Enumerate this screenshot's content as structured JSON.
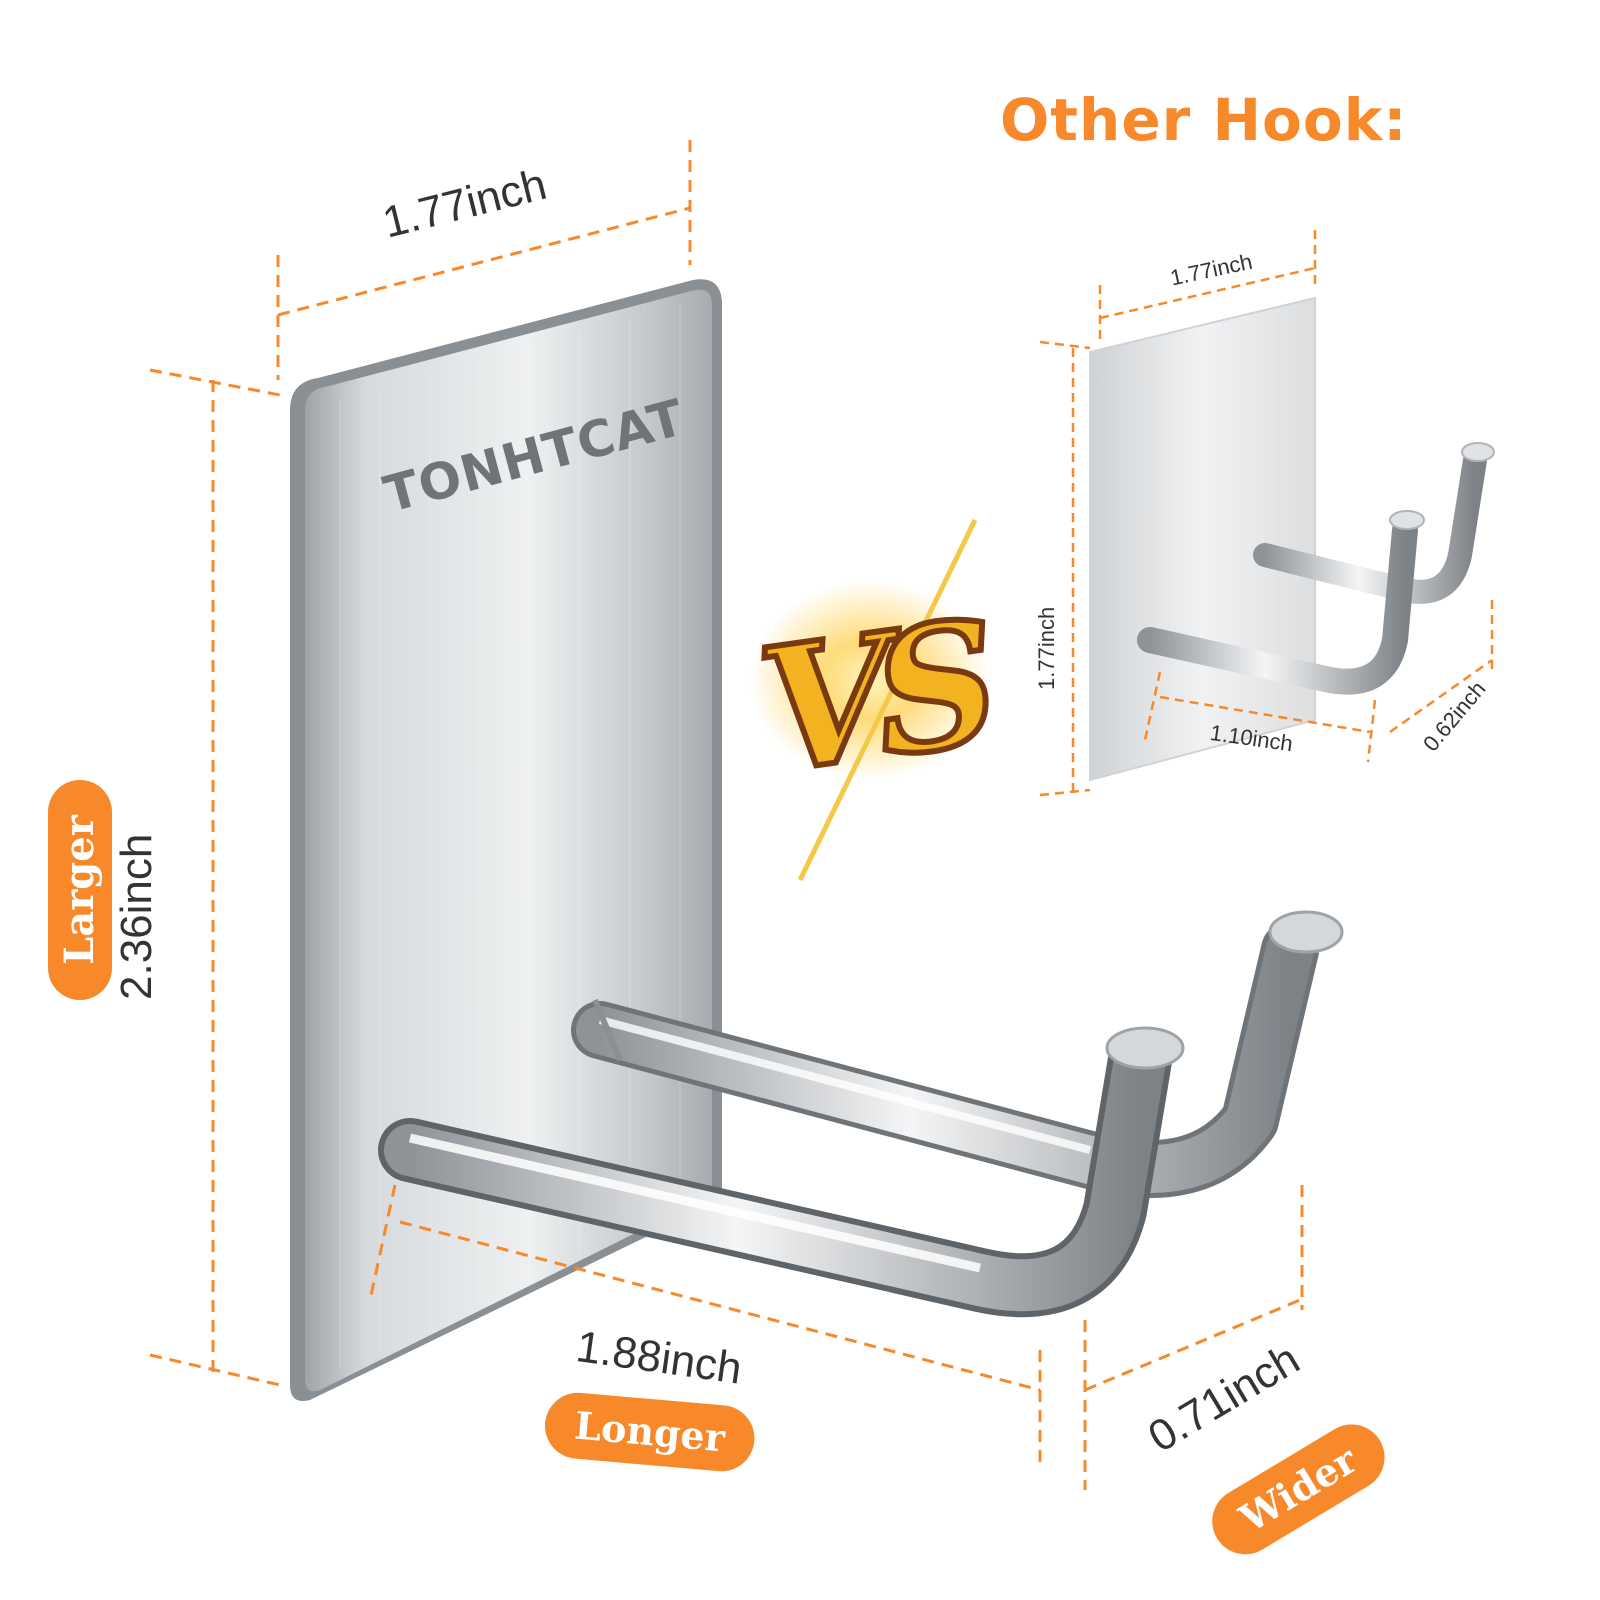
{
  "heading": "Other Hook:",
  "brand_text": "TONHTCAT",
  "vs_text": "VS",
  "main_hook": {
    "width_label": "1.77inch",
    "height_label": "2.36inch",
    "length_label": "1.88inch",
    "depth_label": "0.71inch",
    "badge_larger": "Larger",
    "badge_longer": "Longer",
    "badge_wider": "Wider"
  },
  "other_hook": {
    "width_label": "1.77inch",
    "height_label": "1.77inch",
    "length_label": "1.10inch",
    "depth_label": "0.62inch"
  },
  "colors": {
    "accent": "#f7892a",
    "steel": "#c9cdd1",
    "vs_gold": "#f3b21f",
    "vs_orange": "#e2541a"
  }
}
